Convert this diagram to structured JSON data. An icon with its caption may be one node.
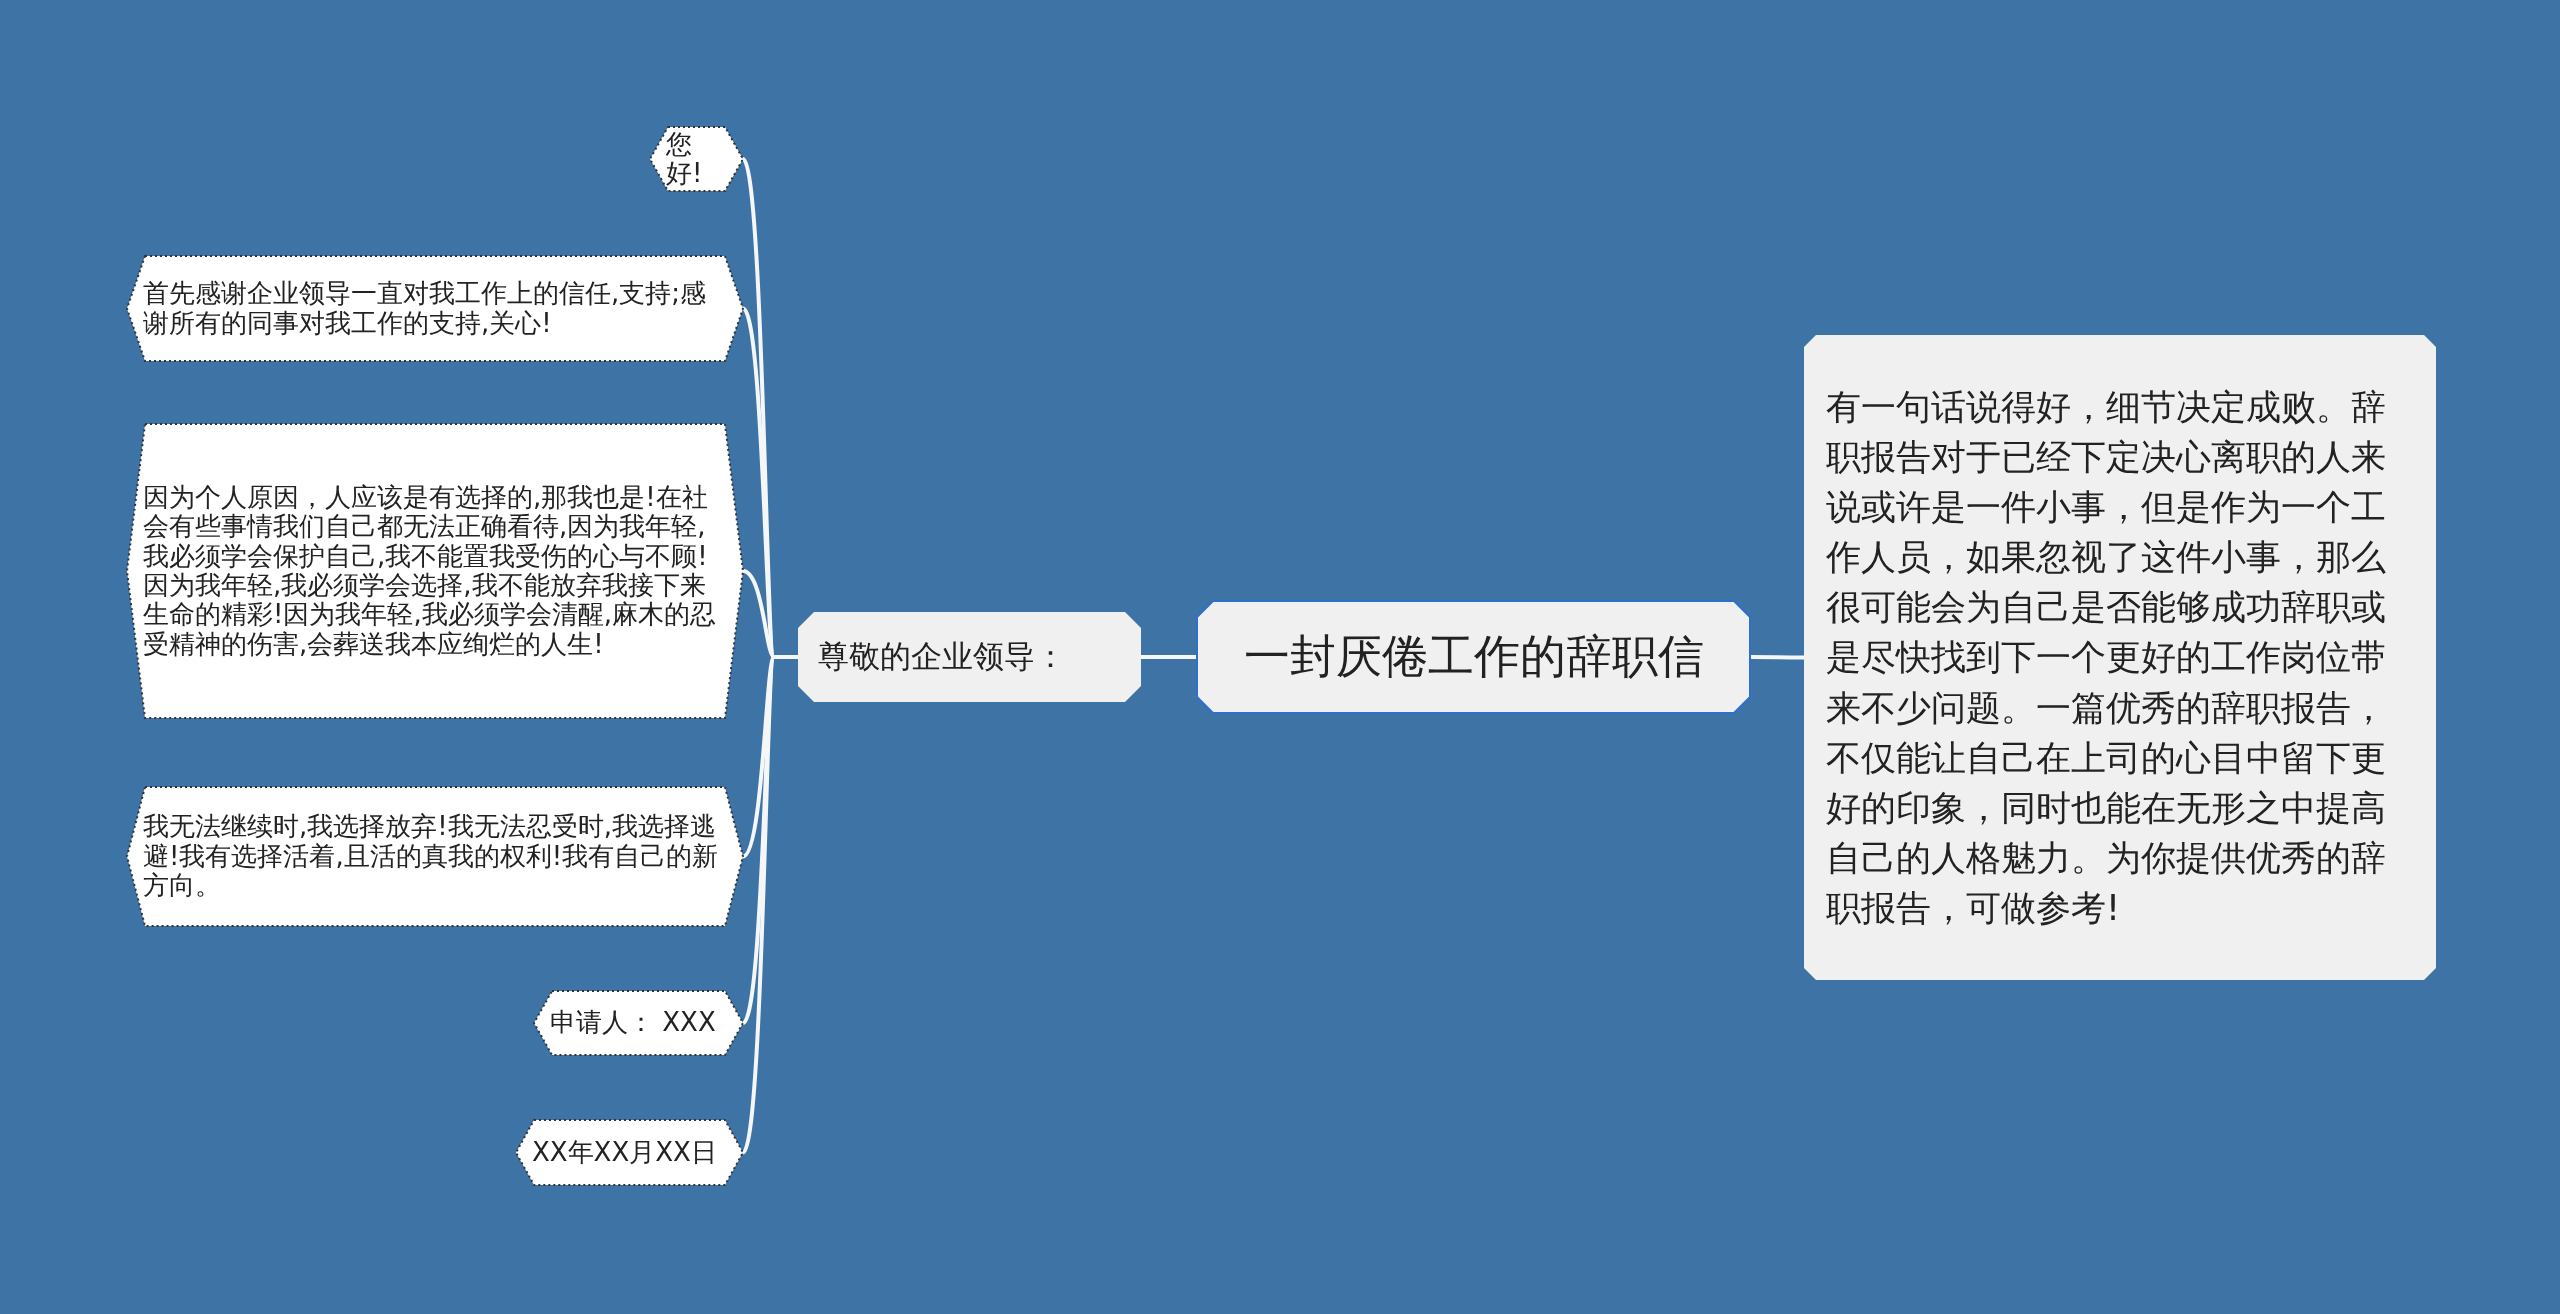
{
  "diagram": {
    "nodes": [
      {
        "text": [
          "一封厌倦工作的辞职信"
        ]
      },
      {
        "text": [
          "尊敬的企业领导："
        ]
      },
      {
        "text": [
          "您好!"
        ]
      },
      {
        "text": [
          "首先感谢企业领导一直对我工作上的信任,支持;感谢所有的同事对我工作的支持,关心!"
        ]
      },
      {
        "text": [
          "因为个人原因，人应该是有选择的,那我也是!在社会有些事情我们自己都无法正确看待,因为我年轻,我必须学会保护自己,我不能置我受伤的心与不顾!因为我年轻,我必须学会选择,我不能放弃我接下来生命的精彩!因为我年轻,我必须学会清醒,麻木的忍受精神的伤害,会葬送我本应绚烂的人生!"
        ]
      },
      {
        "text": [
          "我无法继续时,我选择放弃!我无法忍受时,我选择逃避!我有选择活着,且活的真我的权利!我有自己的新方向。"
        ]
      },
      {
        "text": [
          "申请人： XXX"
        ]
      },
      {
        "text": [
          "XX年XX月XX日"
        ]
      },
      {
        "text": [
          "有一句话说得好，细节决定成败。辞职报告对于已经下定决心离职的人来说或许是一件小事，但是作为一个工作人员，如果忽视了这件小事，那么很可能会为自己是否能够成功辞职或是尽快找到下一个更好的工作岗位带来不少问题。一篇优秀的辞职报告，不仅能让自己在上司的心目中留下更好的印象，同时也能在无形之中提高自己的人格魅力。为你提供优秀的辞职报告，可做参考!"
        ]
      }
    ],
    "edges": [
      {
        "from": 0,
        "to": 1,
        "arrow": "none"
      },
      {
        "from": 1,
        "to": 2,
        "arrow": "none"
      },
      {
        "from": 1,
        "to": 3,
        "arrow": "none"
      },
      {
        "from": 1,
        "to": 4,
        "arrow": "none"
      },
      {
        "from": 1,
        "to": 5,
        "arrow": "none"
      },
      {
        "from": 1,
        "to": 6,
        "arrow": "none"
      },
      {
        "from": 1,
        "to": 7,
        "arrow": "none"
      },
      {
        "from": 0,
        "to": 8,
        "arrow": "none"
      }
    ]
  }
}
